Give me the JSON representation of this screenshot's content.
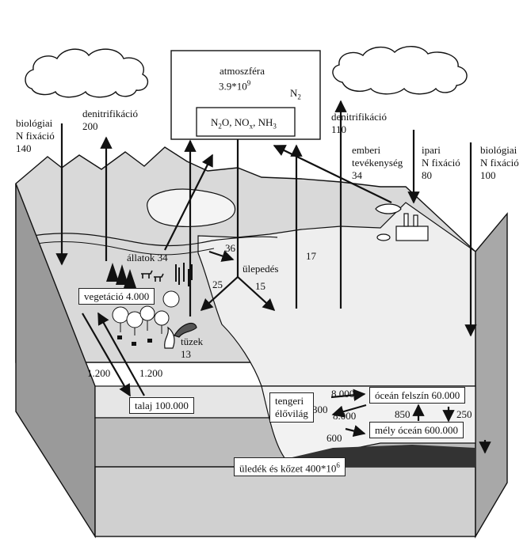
{
  "atmosphere": {
    "title": "atmoszféra",
    "value_base": "3.9*10",
    "value_exp": "9",
    "gas": "N",
    "gas_sub": "2",
    "compounds": {
      "n": "N",
      "n_sub": "2",
      "o": "O, NO",
      "x": "x",
      "rest": ", NH",
      "three": "3"
    }
  },
  "labels": {
    "bio_fix_land_1": "biológiai",
    "bio_fix_land_2": "N fixáció",
    "bio_fix_land_val": "140",
    "denit_land": "denitrifikáció",
    "denit_land_val": "200",
    "denit_ocean": "denitrifikáció",
    "denit_ocean_val": "110",
    "human_1": "emberi",
    "human_2": "tevékenység",
    "human_val": "34",
    "industrial_1": "ipari",
    "industrial_2": "N fixáció",
    "industrial_val": "80",
    "bio_fix_ocean_1": "biológiai",
    "bio_fix_ocean_2": "N fixáció",
    "bio_fix_ocean_val": "100",
    "animals": "állatok 34",
    "deposition": "ülepedés",
    "dep_36": "36",
    "dep_25": "25",
    "dep_15": "15",
    "dep_17": "17",
    "fires_1": "tüzek",
    "fires_2": "13",
    "flow_1200_a": "1.200",
    "flow_1200_b": "1.200",
    "marine_1": "tengeri",
    "marine_2": "élővilág",
    "marine_300": "300",
    "flow_8000_top": "8.000",
    "flow_8000_bot": "8.000",
    "flow_850": "850",
    "flow_250": "250",
    "flow_600": "600"
  },
  "boxes": {
    "vegetation": "vegetáció 4.000",
    "soil": "talaj 100.000",
    "ocean_surface": "óceán felszín 60.000",
    "deep_ocean": "mély óceán 600.000",
    "sediment_base": "üledék és kőzet 400*10",
    "sediment_exp": "6"
  }
}
